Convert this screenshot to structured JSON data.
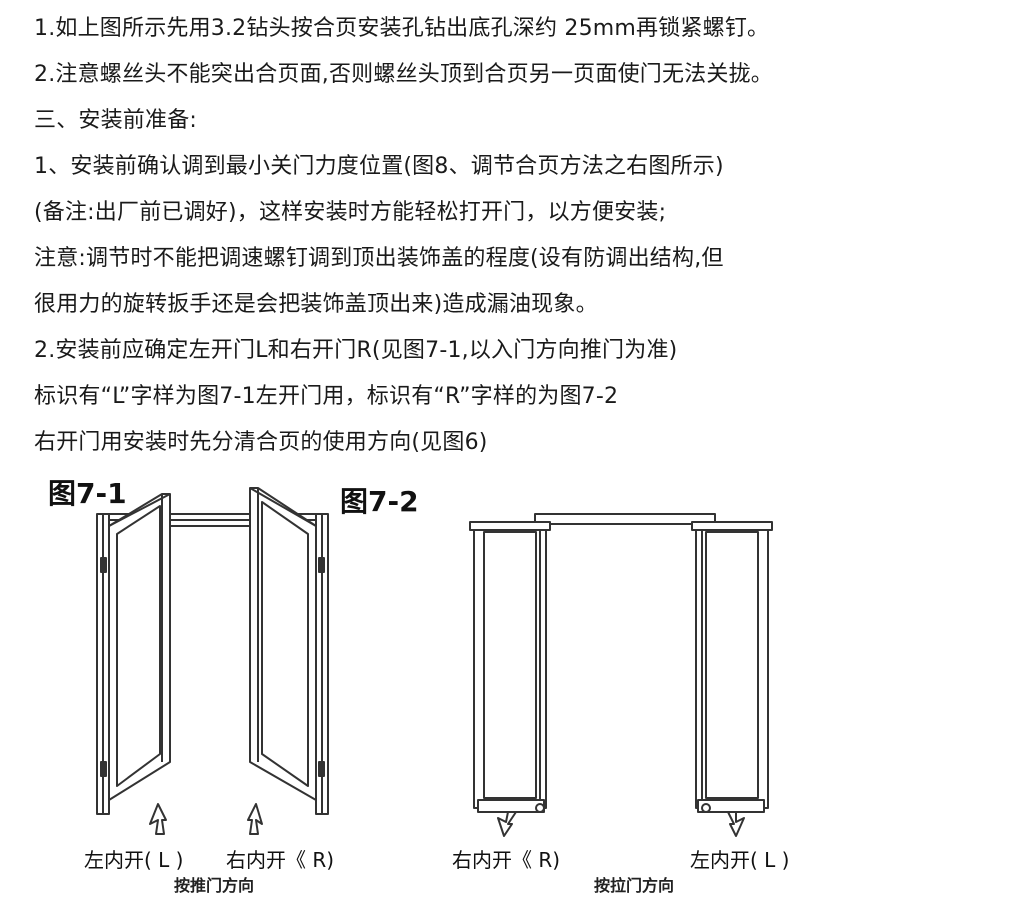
{
  "instructions": {
    "lines": [
      "1.如上图所示先用3.2钻头按合页安装孔钻出底孔深约 25mm再锁紧螺钉。",
      "2.注意螺丝头不能突出合页面,否则螺丝头顶到合页另一页面使门无法关拢。",
      "三、安装前准备:",
      "1、安装前确认调到最小关门力度位置(图8、调节合页方法之右图所示)",
      "(备注:出厂前已调好)，这样安装时方能轻松打开门，以方便安装;",
      "注意:调节时不能把调速螺钉调到顶出装饰盖的程度(设有防调出结构,但",
      "很用力的旋转扳手还是会把装饰盖顶出来)造成漏油现象。",
      "2.安装前应确定左开门L和右开门R(见图7-1,以入门方向推门为准)",
      "标识有“L”字样为图7-1左开门用，标识有“R”字样的为图7-2",
      "右开门用安装时先分清合页的使用方向(见图6)"
    ]
  },
  "figures": {
    "fig71": {
      "title": "图7-1",
      "left_label": "左内开( L )",
      "right_label": "右内开《 R)",
      "direction_label": "按推门方向"
    },
    "fig72": {
      "title": "图7-2",
      "left_label": "右内开《 R)",
      "right_label": "左内开( L )",
      "direction_label": "按拉门方向"
    }
  },
  "colors": {
    "text": "#1a1a1a",
    "line": "#333333"
  }
}
